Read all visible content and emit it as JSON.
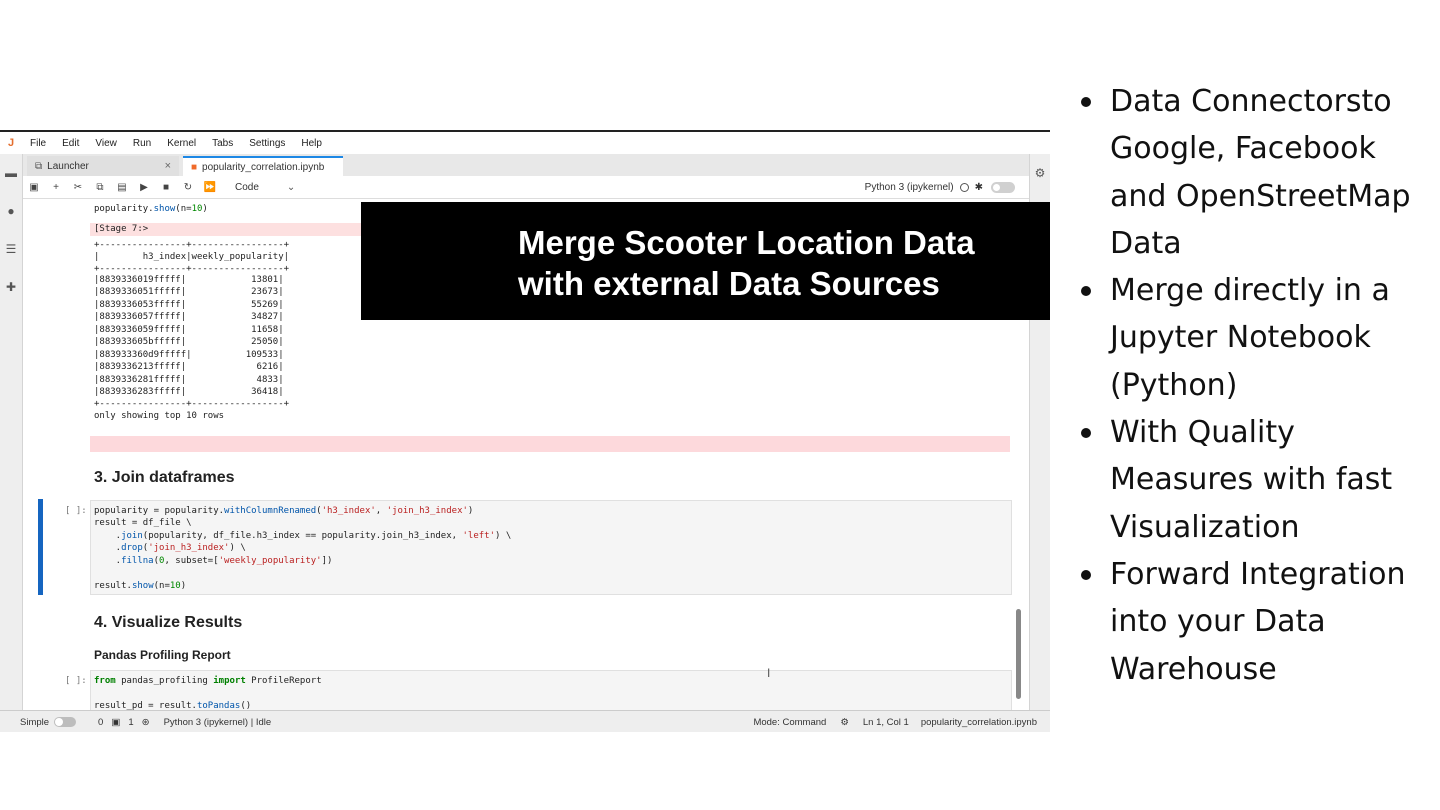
{
  "menu": {
    "logo": "J",
    "items": [
      "File",
      "Edit",
      "View",
      "Run",
      "Kernel",
      "Tabs",
      "Settings",
      "Help"
    ]
  },
  "tabs": [
    {
      "label": "Launcher",
      "icon": "launcher-icon"
    },
    {
      "label": "popularity_correlation.ipynb",
      "icon": "notebook-icon"
    }
  ],
  "toolbar": {
    "cell_type": "Code",
    "kernel": "Python 3 (ipykernel)"
  },
  "notebook": {
    "show_line": "popularity.show(n=10)",
    "stage": "[Stage 7:>",
    "table": {
      "border": "+----------------+-----------------+",
      "header": "|        h3_index|weekly_popularity|",
      "rows": [
        "|8839336019fffff|            13801|",
        "|8839336051fffff|            23673|",
        "|8839336053fffff|            55269|",
        "|8839336057fffff|            34827|",
        "|8839336059fffff|            11658|",
        "|883933605bfffff|            25050|",
        "|883933360d9fffff|          109533|",
        "|8839336213fffff|             6216|",
        "|8839336281fffff|             4833|",
        "|8839336283fffff|            36418|"
      ],
      "footer": "only showing top 10 rows"
    },
    "join_heading": "3. Join dataframes",
    "join_prompt": "[ ]:",
    "join_code": [
      "popularity = popularity.withColumnRenamed('h3_index', 'join_h3_index')",
      "result = df_file \\",
      "    .join(popularity, df_file.h3_index == popularity.join_h3_index, 'left') \\",
      "    .drop('join_h3_index') \\",
      "    .fillna(0, subset=['weekly_popularity'])",
      "",
      "result.show(n=10)"
    ],
    "viz_heading": "4. Visualize Results",
    "viz_subheading": "Pandas Profiling Report",
    "viz_prompt": "[ ]:",
    "viz_code": [
      "from pandas_profiling import ProfileReport",
      "",
      "result_pd = result.toPandas()"
    ]
  },
  "overlay": {
    "line1": "Merge Scooter Location Data",
    "line2": "with external Data Sources"
  },
  "statusbar": {
    "simple": "Simple",
    "terminals": "0",
    "kernels": "1",
    "kernel_status": "Python 3 (ipykernel) | Idle",
    "mode": "Mode: Command",
    "position": "Ln 1, Col 1",
    "filename": "popularity_correlation.ipynb"
  },
  "bullets": [
    "Data Connectorsto Google, Facebook and OpenStreetMap Data",
    "Merge directly in a Jupyter Notebook (Python)",
    "With Quality Measures with fast Visualization",
    "Forward Integration into your Data Warehouse"
  ],
  "colors": {
    "accent": "#1e88e5",
    "active_cell": "#1565c0",
    "stage_bg": "#fde0e0",
    "overlay_bg": "#000000"
  }
}
